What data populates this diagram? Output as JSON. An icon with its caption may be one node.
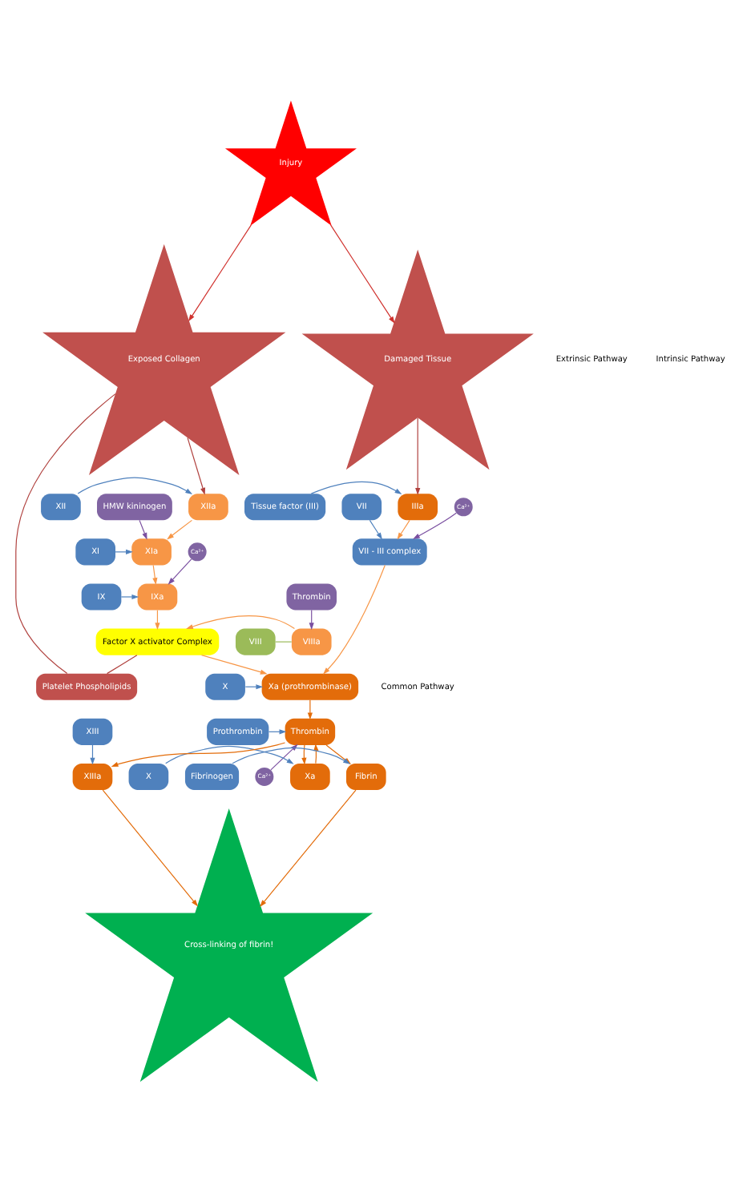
{
  "diagram": {
    "nodes": [
      {
        "text": [
          "Injury"
        ]
      },
      {
        "text": [
          "Damaged Tissue"
        ]
      },
      {
        "text": [
          "Exposed Collagen"
        ]
      },
      {
        "text": [
          "Tissue factor (III)"
        ]
      },
      {
        "text": [
          "IIIa"
        ]
      },
      {
        "text": [
          "XIIa"
        ]
      },
      {
        "text": [
          "XII"
        ]
      },
      {
        "text": [
          "HMW kininogen"
        ]
      },
      {
        "text": [
          "XIa"
        ]
      },
      {
        "text": [
          "XI"
        ]
      },
      {
        "text": [
          "Ca²⁺"
        ]
      },
      {
        "text": [
          "Ca²⁺"
        ]
      },
      {
        "text": [
          "IXa"
        ]
      },
      {
        "text": [
          "IX"
        ]
      },
      {
        "text": [
          "VII"
        ]
      },
      {
        "text": [
          "VII - III complex"
        ]
      },
      {
        "text": [
          "Factor X activator Complex"
        ]
      },
      {
        "text": [
          "Thrombin"
        ]
      },
      {
        "text": [
          "VIIIa"
        ]
      },
      {
        "text": [
          "VIII"
        ]
      },
      {
        "text": [
          "Platelet Phospholipids"
        ]
      },
      {
        "text": [
          "X"
        ]
      },
      {
        "text": [
          "Xa (prothrombinase)"
        ]
      },
      {
        "text": [
          "Ca²⁺"
        ]
      },
      {
        "text": [
          "Xa"
        ]
      },
      {
        "text": [
          "X"
        ]
      },
      {
        "text": [
          "XIII"
        ]
      },
      {
        "text": [
          "Prothrombin"
        ]
      },
      {
        "text": [
          "Thrombin"
        ]
      },
      {
        "text": [
          "Fibrinogen"
        ]
      },
      {
        "text": [
          "Fibrin"
        ]
      },
      {
        "text": [
          "XIIIa"
        ]
      },
      {
        "text": [
          "Cross-linking of fibrin!"
        ]
      }
    ],
    "edges": [
      {
        "from": 0,
        "to": 1,
        "arrow": "to",
        "color": "#d0312d"
      },
      {
        "from": 0,
        "to": 2,
        "arrow": "to",
        "color": "#d0312d"
      },
      {
        "from": 1,
        "to": 4,
        "arrow": "to",
        "color": "#b0413e"
      },
      {
        "from": 3,
        "to": 4,
        "arrow": "to"
      },
      {
        "from": 4,
        "to": 15,
        "arrow": "to",
        "color": "#f79646"
      },
      {
        "from": 11,
        "to": 15,
        "arrow": "to",
        "color": "#7a4fa0"
      },
      {
        "from": 14,
        "to": 15,
        "arrow": "to"
      },
      {
        "from": 2,
        "to": 5,
        "arrow": "to",
        "color": "#b0413e"
      },
      {
        "from": 6,
        "to": 5,
        "arrow": "to"
      },
      {
        "from": 7,
        "to": 8,
        "arrow": "to",
        "color": "#7a4fa0"
      },
      {
        "from": 5,
        "to": 8,
        "arrow": "to",
        "color": "#f79646"
      },
      {
        "from": 9,
        "to": 8,
        "arrow": "to"
      },
      {
        "from": 10,
        "to": 12,
        "arrow": "to",
        "color": "#7a4fa0"
      },
      {
        "from": 8,
        "to": 12,
        "arrow": "to",
        "color": "#f79646"
      },
      {
        "from": 13,
        "to": 12,
        "arrow": "to"
      },
      {
        "from": 12,
        "to": 16,
        "arrow": "to",
        "color": "#f79646"
      },
      {
        "from": 18,
        "to": 16,
        "arrow": "to",
        "color": "#f79646"
      },
      {
        "from": 19,
        "to": 18,
        "arrow": "none",
        "color": "#9bbb59"
      },
      {
        "from": 17,
        "to": 18,
        "arrow": "to",
        "color": "#7a4fa0"
      },
      {
        "from": 2,
        "to": 20,
        "arrow": "none",
        "color": "#b0413e"
      },
      {
        "from": 16,
        "to": 20,
        "arrow": "none",
        "color": "#b0413e"
      },
      {
        "from": 15,
        "to": 22,
        "arrow": "to",
        "color": "#f79646"
      },
      {
        "from": 16,
        "to": 22,
        "arrow": "to",
        "color": "#f79646"
      },
      {
        "from": 21,
        "to": 22,
        "arrow": "to"
      },
      {
        "from": 22,
        "to": 28,
        "arrow": "to",
        "color": "#e36c0a"
      },
      {
        "from": 23,
        "to": 28,
        "arrow": "to",
        "color": "#7a4fa0"
      },
      {
        "from": 24,
        "to": 28,
        "arrow": "to",
        "color": "#e36c0a"
      },
      {
        "from": 25,
        "to": 24,
        "arrow": "to"
      },
      {
        "from": 28,
        "to": 24,
        "arrow": "to",
        "color": "#e36c0a"
      },
      {
        "from": 27,
        "to": 28,
        "arrow": "to"
      },
      {
        "from": 28,
        "to": 31,
        "arrow": "to",
        "color": "#e36c0a"
      },
      {
        "from": 26,
        "to": 31,
        "arrow": "to"
      },
      {
        "from": 28,
        "to": 30,
        "arrow": "to",
        "color": "#e36c0a"
      },
      {
        "from": 29,
        "to": 30,
        "arrow": "to"
      },
      {
        "from": 30,
        "to": 32,
        "arrow": "to",
        "color": "#e36c0a"
      },
      {
        "from": 31,
        "to": 32,
        "arrow": "to",
        "color": "#e36c0a"
      }
    ],
    "labels": [
      "Extrinsic Pathway",
      "Intrinsic Pathway",
      "Common Pathway"
    ]
  }
}
